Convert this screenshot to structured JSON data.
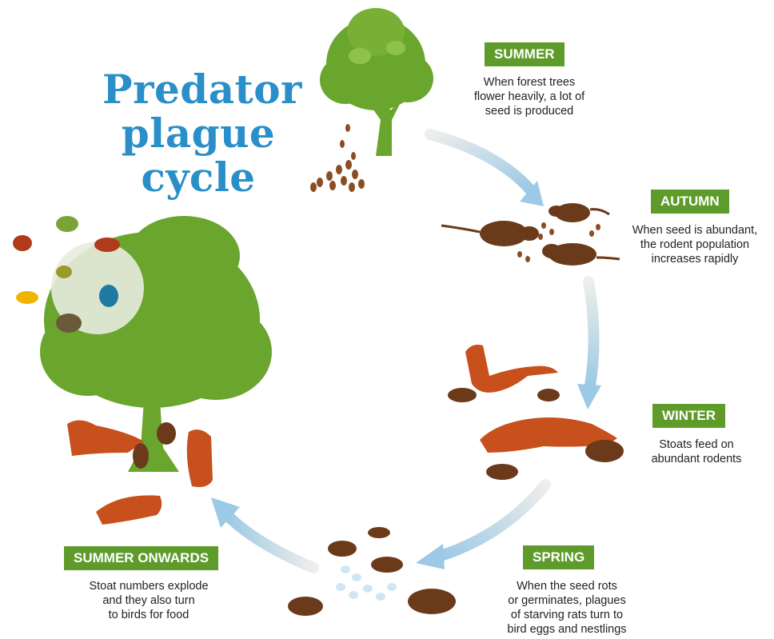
{
  "title_lines": [
    "Predator",
    "plague",
    "cycle"
  ],
  "stages": {
    "summer": {
      "label": "SUMMER",
      "lines": [
        "When forest trees",
        "flower heavily, a lot of",
        "seed is produced"
      ]
    },
    "autumn": {
      "label": "AUTUMN",
      "lines": [
        "When seed is abundant,",
        "the rodent population",
        "increases rapidly"
      ]
    },
    "winter": {
      "label": "WINTER",
      "lines": [
        "Stoats feed on",
        "abundant rodents"
      ]
    },
    "spring": {
      "label": "SPRING",
      "lines": [
        "When the seed rots",
        "or germinates, plagues",
        "of starving rats turn to",
        "bird eggs and nestlings"
      ]
    },
    "summer_onwards": {
      "label": "SUMMER ONWARDS",
      "lines": [
        "Stoat numbers explode",
        "and they also turn",
        "to birds for food"
      ]
    }
  },
  "colors": {
    "title": "#2a8fc8",
    "badge": "#5e9b2a",
    "tree": "#6aa52e",
    "rodent": "#6b3a1a",
    "stoat": "#c8501c",
    "arrow": "#a9cfe8",
    "egg": "#cfe6f5"
  },
  "icons": [
    "tree-icon",
    "seed-icon",
    "rat-icon",
    "stoat-icon",
    "bird-icon",
    "kiwi-icon",
    "egg-icon",
    "cycle-arrow-icon"
  ]
}
